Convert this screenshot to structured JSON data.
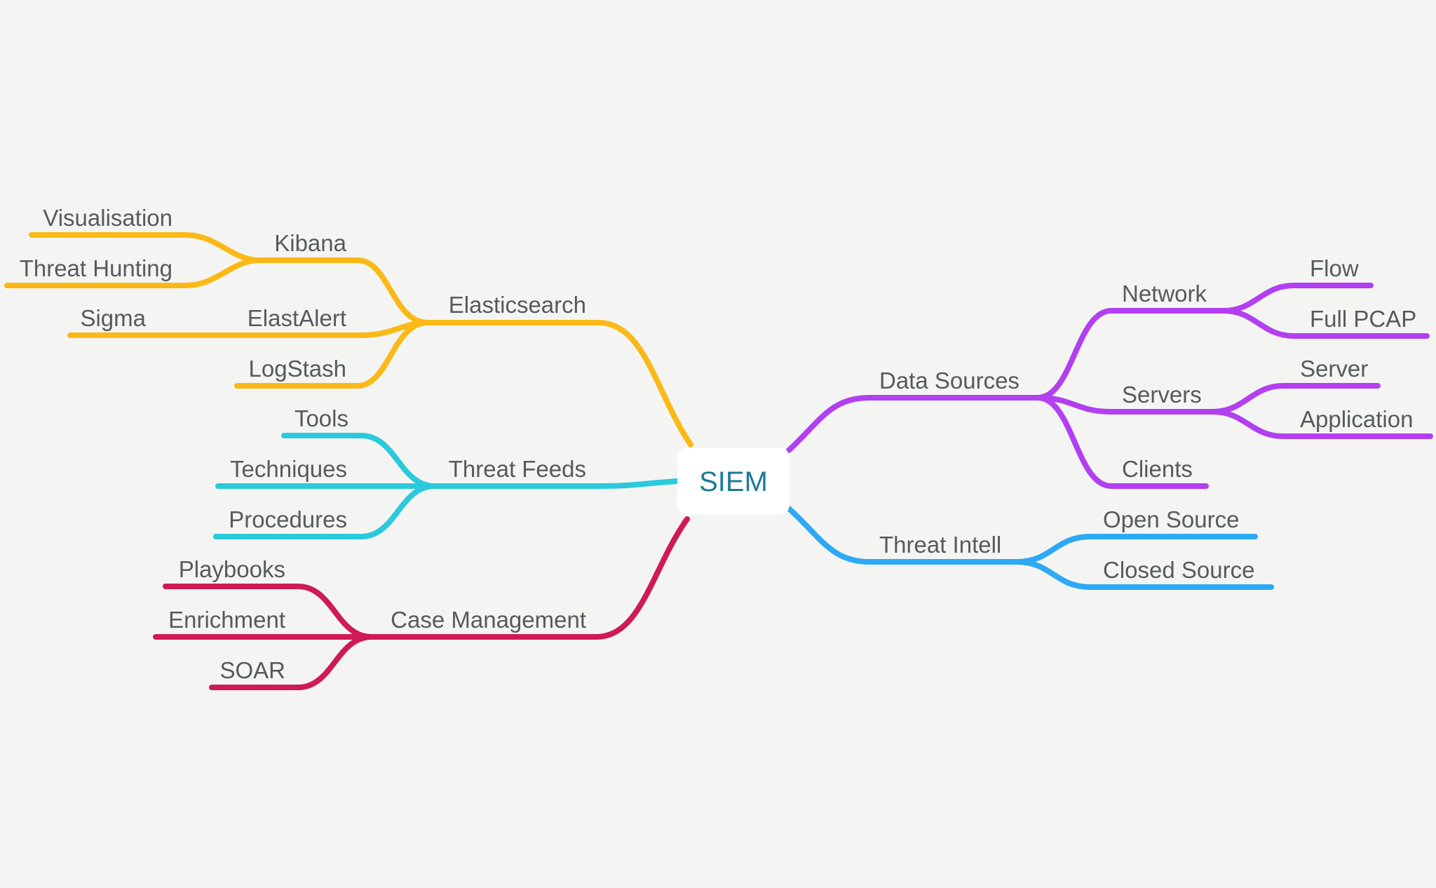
{
  "root": {
    "label": "SIEM",
    "color": "#1d7a96"
  },
  "colors": {
    "elasticsearch": "#fbb917",
    "threat_feeds": "#2bc9dc",
    "case_management": "#cf1a55",
    "data_sources": "#b23ff0",
    "threat_intell": "#2da9f5",
    "text": "#555a5c",
    "background": "#f4f5f3"
  },
  "branches": {
    "elasticsearch": {
      "label": "Elasticsearch",
      "kibana": {
        "label": "Kibana",
        "visualisation": "Visualisation",
        "threat_hunting": "Threat Hunting"
      },
      "elastalert": {
        "label": "ElastAlert",
        "sigma": "Sigma"
      },
      "logstash": "LogStash"
    },
    "threat_feeds": {
      "label": "Threat Feeds",
      "tools": "Tools",
      "techniques": "Techniques",
      "procedures": "Procedures"
    },
    "case_management": {
      "label": "Case Management",
      "playbooks": "Playbooks",
      "enrichment": "Enrichment",
      "soar": "SOAR"
    },
    "data_sources": {
      "label": "Data Sources",
      "network": {
        "label": "Network",
        "flow": "Flow",
        "full_pcap": "Full PCAP"
      },
      "servers": {
        "label": "Servers",
        "server": "Server",
        "application": "Application"
      },
      "clients": "Clients"
    },
    "threat_intell": {
      "label": "Threat Intell",
      "open_source": "Open Source",
      "closed_source": "Closed Source"
    }
  }
}
